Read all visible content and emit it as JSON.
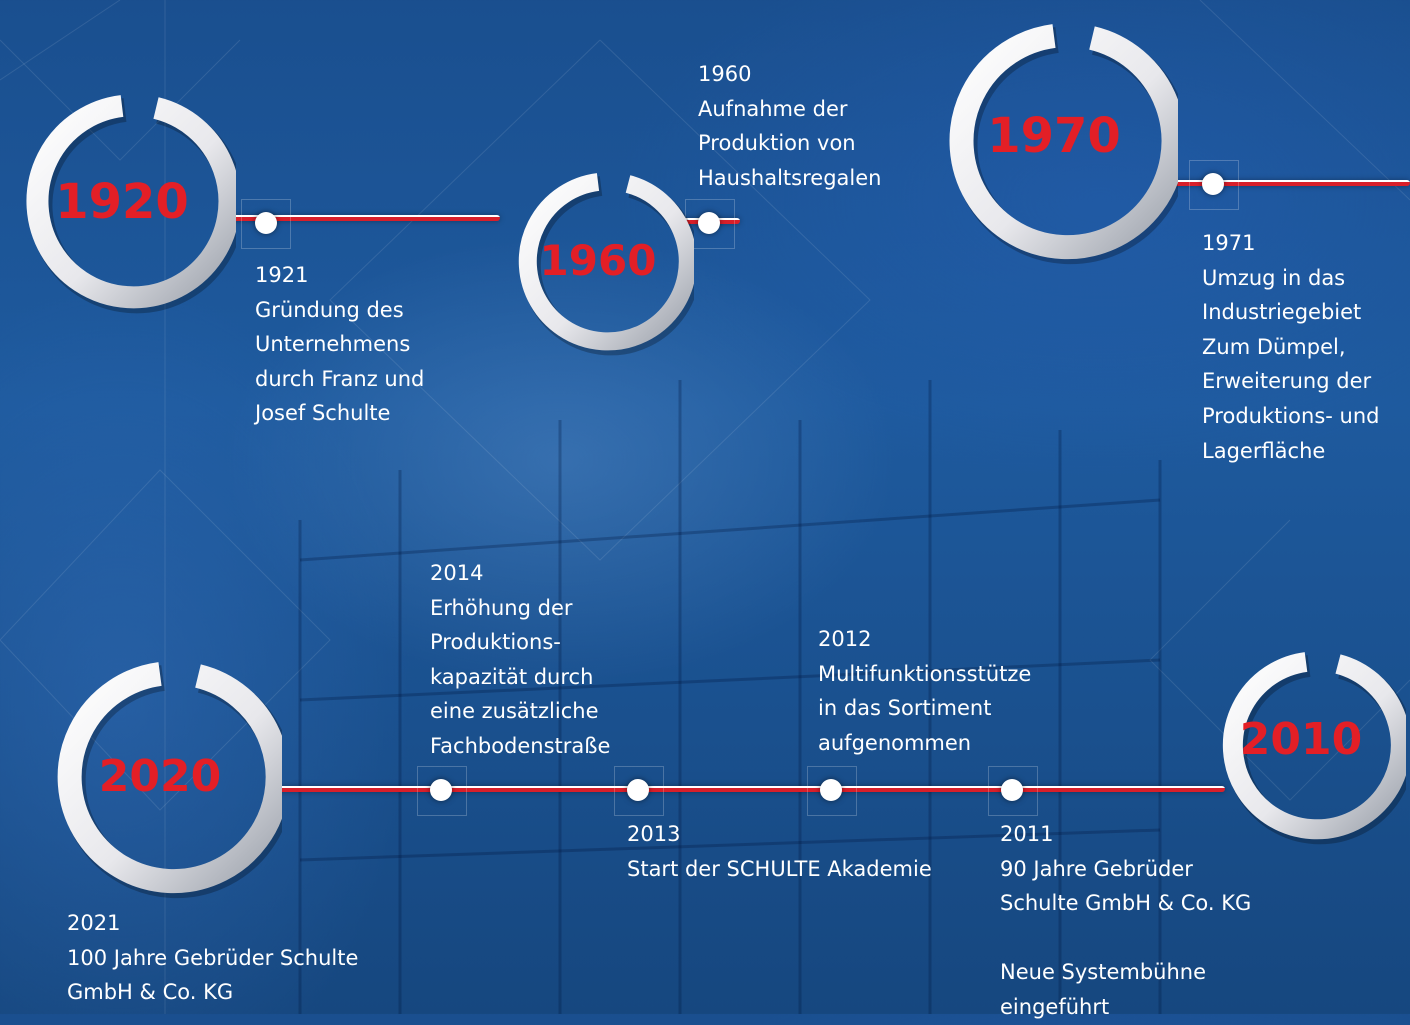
{
  "decades": [
    {
      "label": "1920"
    },
    {
      "label": "1960"
    },
    {
      "label": "1970"
    },
    {
      "label": "2010"
    },
    {
      "label": "2020"
    }
  ],
  "events": [
    {
      "year": "1921",
      "text": "Gründung des\nUnternehmens\ndurch Franz und\nJosef Schulte"
    },
    {
      "year": "1960",
      "text": "Aufnahme der\nProduktion von\nHaushaltsregalen"
    },
    {
      "year": "1971",
      "text": "Umzug in das\nIndustriegebiet\nZum Dümpel,\nErweiterung der\nProduktions- und\nLagerfläche"
    },
    {
      "year": "2014",
      "text": "Erhöhung der\nProduktions-\nkapazität durch\neine zusätzliche\nFachbodenstraße"
    },
    {
      "year": "2012",
      "text": "Multifunktionsstütze\nin das Sortiment\naufgenommen"
    },
    {
      "year": "2013",
      "text": "Start der SCHULTE Akademie"
    },
    {
      "year": "2011",
      "text": "90 Jahre Gebrüder\nSchulte GmbH & Co. KG\n\nNeue Systembühne\neingeführt"
    },
    {
      "year": "2021",
      "text": "100 Jahre Gebrüder Schulte\nGmbH & Co. KG"
    }
  ],
  "colors": {
    "accent_red": "#e31f26",
    "background_blue": "#1e5a9e",
    "ring_white": "#ffffff"
  }
}
